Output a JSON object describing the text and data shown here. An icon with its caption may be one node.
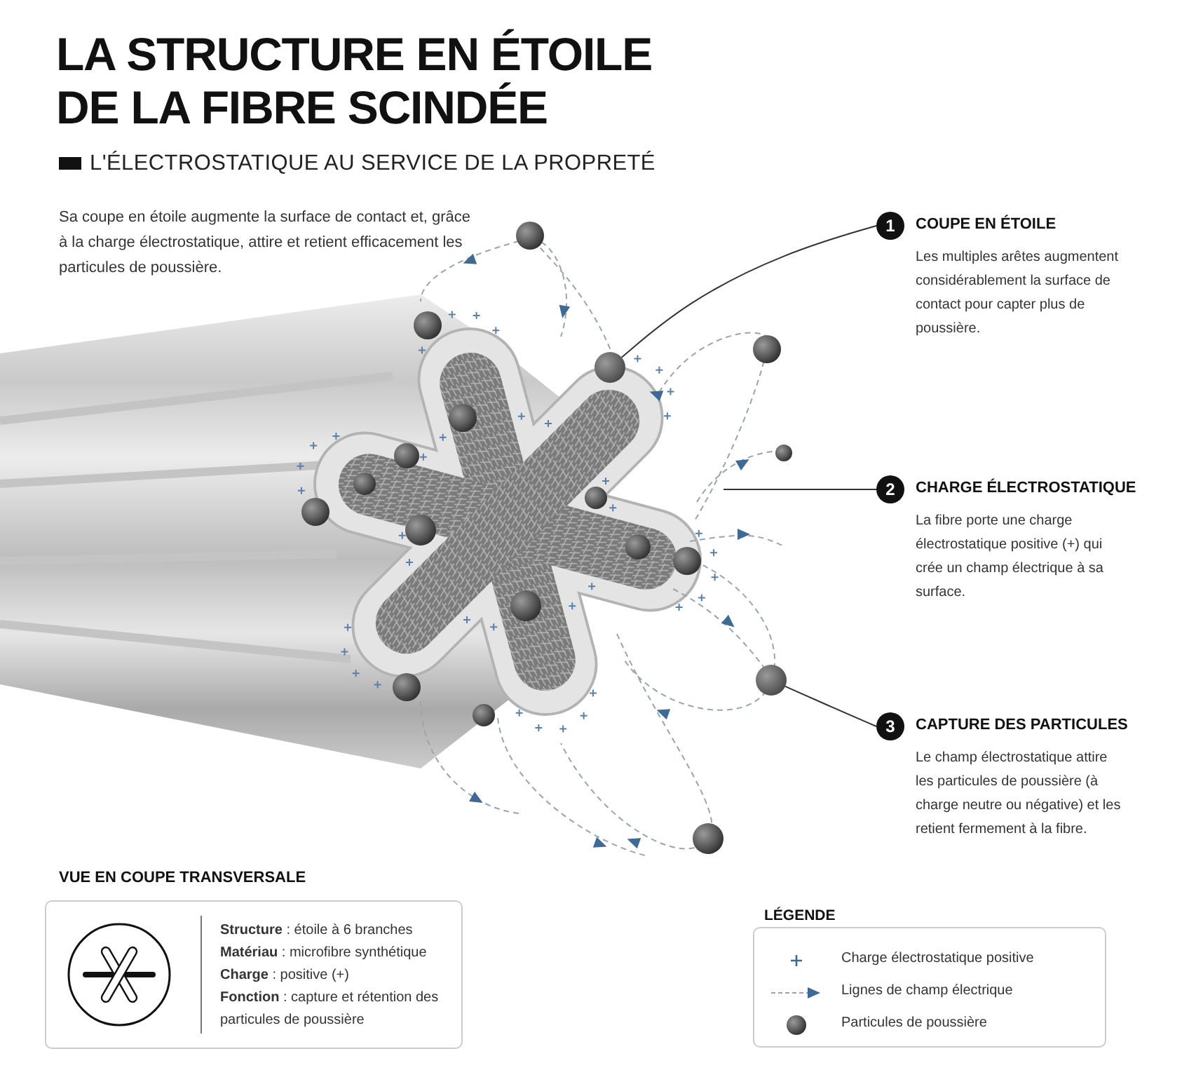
{
  "diagram": {
    "title": "LA STRUCTURE EN ÉTOILE DE LA FIBRE SCINDÉE",
    "nodes": [
      {
        "text": [
          "1",
          "COUPE EN ÉTOILE",
          "Les multiples arêtes augmentent considérablement la surface de contact pour capter plus de poussière."
        ]
      },
      {
        "text": [
          "2",
          "CHARGE ÉLECTROSTATIQUE",
          "La fibre porte une charge électrostatique positive (+) qui crée un champ électrique à sa surface."
        ]
      },
      {
        "text": [
          "3",
          "CAPTURE DES PARTICULES",
          "Le champ électrostatique attire les particules de poussière (à charge neutre ou négative) et les retient fermement à la fibre."
        ]
      },
      {
        "text": [
          "VUE EN COUPE TRANSVERSALE",
          "**Structure** : étoile à 6 branches",
          "**Matériau** : microfibre synthétique",
          "**Charge** : positive (+)",
          "**Fonction** : capture et rétention des particules de poussière"
        ]
      },
      {
        "text": [],
        "shape": "circle"
      },
      {
        "text": [],
        "shape": "circle"
      }
    ],
    "edges": [
      {
        "from": 0,
        "to": 4,
        "arrow": "none"
      },
      {
        "from": 1,
        "to": null,
        "arrow": "none"
      },
      {
        "from": 2,
        "to": 5,
        "arrow": "none"
      }
    ],
    "labels": [
      "L'ÉLECTROSTATIQUE AU SERVICE DE LA PROPRETÉ",
      "Sa coupe en étoile augmente la surface de contact et, grâce à la charge électrostatique, attire et retient efficacement les particules de poussière.",
      "LÉGENDE"
    ],
    "legend": [
      {
        "text": "Charge électrostatique positive"
      },
      {
        "text": "Lignes de champ électrique"
      },
      {
        "text": "Particules de poussière"
      }
    ]
  }
}
